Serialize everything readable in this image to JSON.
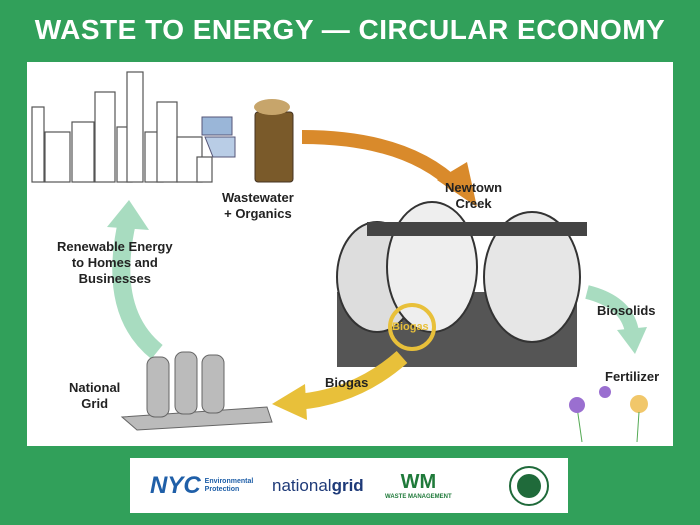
{
  "title": "WASTE TO ENERGY — CIRCULAR ECONOMY",
  "labels": {
    "wastewater": [
      "Wastewater",
      "+ Organics"
    ],
    "newtown": [
      "Newtown",
      "Creek"
    ],
    "renewable": [
      "Renewable Energy",
      "to Homes and",
      "Businesses"
    ],
    "biosolids": "Biosolids",
    "fertilizer": "Fertilizer",
    "biogas_cycle": "Biogas",
    "biogas_arrow": "Biogas",
    "national_grid": [
      "National",
      "Grid"
    ]
  },
  "logos": {
    "nyc": "NYC",
    "nyc_sub": [
      "Environmental",
      "Protection"
    ],
    "nationalgrid_a": "national",
    "nationalgrid_b": "grid",
    "wm": "WM",
    "wm_sub": "WASTE MANAGEMENT"
  },
  "colors": {
    "green": "#31a05a",
    "orange": "#d98a2b",
    "yellow": "#e8c03a",
    "mint": "#a8dcc0"
  }
}
